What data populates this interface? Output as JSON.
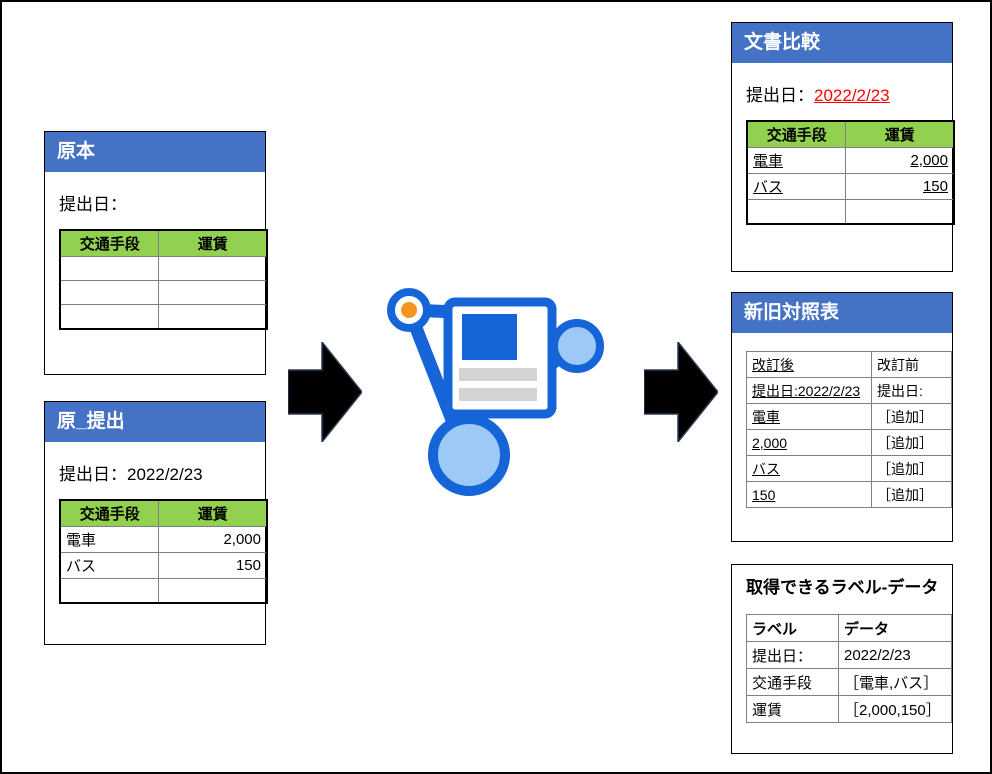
{
  "diagram": {
    "title": "document comparison flow",
    "colors": {
      "header_blue": "#4472C4",
      "table_green": "#92D050",
      "diff_red": "#FF0000",
      "icon_blue": "#1565D8",
      "icon_light_blue": "#9CC9F5",
      "icon_orange": "#F79320"
    },
    "arrows": {
      "left_label": "flow-arrow-right",
      "right_label": "flow-arrow-right"
    },
    "center_icon": {
      "name": "document-compare-graph-icon"
    }
  },
  "cards": {
    "original": {
      "title": "原本",
      "date_label": "提出日：",
      "date_value": "",
      "table": {
        "headers": [
          "交通手段",
          "運賃"
        ],
        "rows": [
          [
            "",
            ""
          ],
          [
            "",
            ""
          ],
          [
            "",
            ""
          ]
        ]
      }
    },
    "submitted": {
      "title": "原_提出",
      "date_label": "提出日：",
      "date_value": "2022/2/23",
      "table": {
        "headers": [
          "交通手段",
          "運賃"
        ],
        "rows": [
          [
            "電車",
            "2,000"
          ],
          [
            "バス",
            "150"
          ],
          [
            "",
            ""
          ]
        ]
      }
    },
    "doc_compare": {
      "title": "文書比較",
      "date_label": "提出日：",
      "date_value": "2022/2/23",
      "table": {
        "headers": [
          "交通手段",
          "運賃"
        ],
        "rows": [
          [
            "電車",
            "2,000"
          ],
          [
            "バス",
            "150"
          ],
          [
            "",
            ""
          ]
        ]
      }
    },
    "revision_table": {
      "title": "新旧対照表",
      "table": {
        "headers": [
          "改訂後",
          "改訂前"
        ],
        "rows": [
          [
            "提出日:2022/2/23",
            "提出日:"
          ],
          [
            "電車",
            "［追加］"
          ],
          [
            "2,000",
            "［追加］"
          ],
          [
            "バス",
            "［追加］"
          ],
          [
            "150",
            "［追加］"
          ]
        ]
      }
    },
    "label_data": {
      "title": "取得できるラベル-データ",
      "table": {
        "headers": [
          "ラベル",
          "データ"
        ],
        "rows": [
          [
            "提出日：",
            "2022/2/23"
          ],
          [
            "交通手段",
            "［電車,バス］"
          ],
          [
            "運賃",
            "［2,000,150］"
          ]
        ]
      }
    }
  }
}
